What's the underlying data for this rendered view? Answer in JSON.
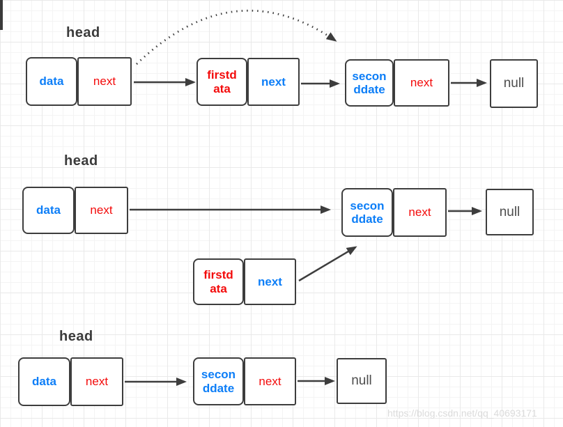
{
  "colors": {
    "node_text_blue": "#0d7ef7",
    "node_text_red": "#f30b0b",
    "stroke_dark": "#3d3d3d",
    "head_text": "#3b3b3b",
    "null_text": "#4d4d4d",
    "watermark_text": "#dbdbdb",
    "grid_minor": "#f4f4f4",
    "grid_major": "#e9e9e9"
  },
  "watermark": "https://blog.csdn.net/qq_40693171",
  "diagram": {
    "rows": [
      {
        "head": "head",
        "node1": {
          "data": "data",
          "next": "next"
        },
        "node2": {
          "data": "firstd\nata",
          "next": "next"
        },
        "node3": {
          "data": "secon\nddate",
          "next": "next"
        },
        "null_label": "null"
      },
      {
        "head": "head",
        "node1": {
          "data": "data",
          "next": "next"
        },
        "node2": {
          "data": "secon\nddate",
          "next": "next"
        },
        "node3": {
          "data": "firstd\nata",
          "next": "next"
        },
        "null_label": "null"
      },
      {
        "head": "head",
        "node1": {
          "data": "data",
          "next": "next"
        },
        "node2": {
          "data": "secon\nddate",
          "next": "next"
        },
        "null_label": "null"
      }
    ]
  }
}
